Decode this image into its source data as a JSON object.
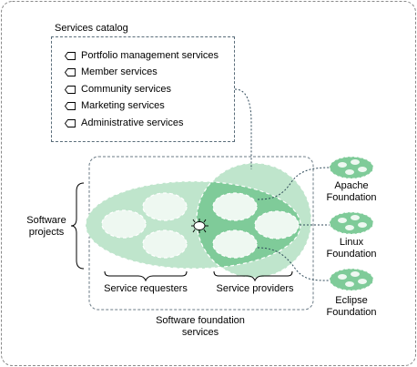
{
  "catalog": {
    "title": "Services catalog",
    "items": [
      {
        "label": "Portfolio management services",
        "icon": "tag-icon"
      },
      {
        "label": "Member services",
        "icon": "tag-icon"
      },
      {
        "label": "Community services",
        "icon": "tag-icon"
      },
      {
        "label": "Marketing services",
        "icon": "tag-icon"
      },
      {
        "label": "Administrative services",
        "icon": "tag-icon"
      }
    ]
  },
  "foundation": {
    "label_line1": "Software foundation",
    "label_line2": "services"
  },
  "projects": {
    "label_line1": "Software",
    "label_line2": "projects"
  },
  "groups": {
    "requesters": "Service requesters",
    "providers": "Service providers"
  },
  "external": [
    {
      "line1": "Apache",
      "line2": "Foundation"
    },
    {
      "line1": "Linux",
      "line2": "Foundation"
    },
    {
      "line1": "Eclipse",
      "line2": "Foundation"
    }
  ],
  "colors": {
    "big_ellipse": "#bfe5cc",
    "provider_circle": "#a9dcbb",
    "overlap": "#7fcb99",
    "node_stroke": "#ffffff",
    "node_fill": "#eef8f1",
    "external_fill": "#7fcb99",
    "connector": "#2f4a5a"
  }
}
